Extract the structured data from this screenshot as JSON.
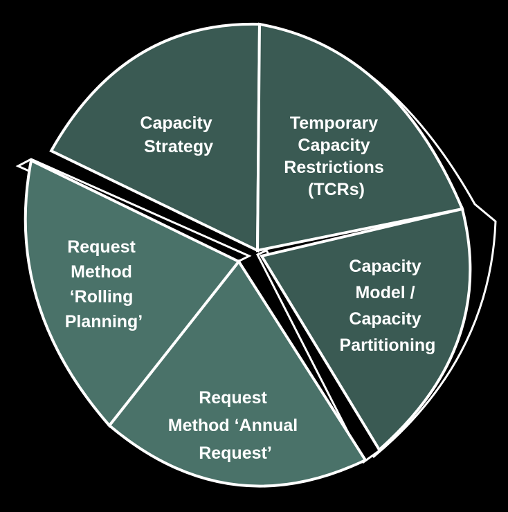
{
  "diagram": {
    "colors": {
      "background": "#000000",
      "dark_segment": "#3a5a53",
      "light_segment": "#4a7269",
      "border": "#ffffff"
    },
    "segments": [
      {
        "id": "capacity-strategy",
        "lines": [
          "Capacity",
          "Strategy"
        ]
      },
      {
        "id": "temporary-capacity-restrictions",
        "lines": [
          "Temporary",
          "Capacity",
          "Restrictions",
          "(TCRs)"
        ]
      },
      {
        "id": "capacity-model",
        "lines": [
          "Capacity",
          "Model /",
          "Capacity",
          "Partitioning"
        ]
      },
      {
        "id": "request-method-annual",
        "lines": [
          "Request",
          "Method ‘Annual",
          "Request’"
        ]
      },
      {
        "id": "request-method-rolling",
        "lines": [
          "Request",
          "Method",
          "‘Rolling",
          "Planning’"
        ]
      }
    ]
  }
}
